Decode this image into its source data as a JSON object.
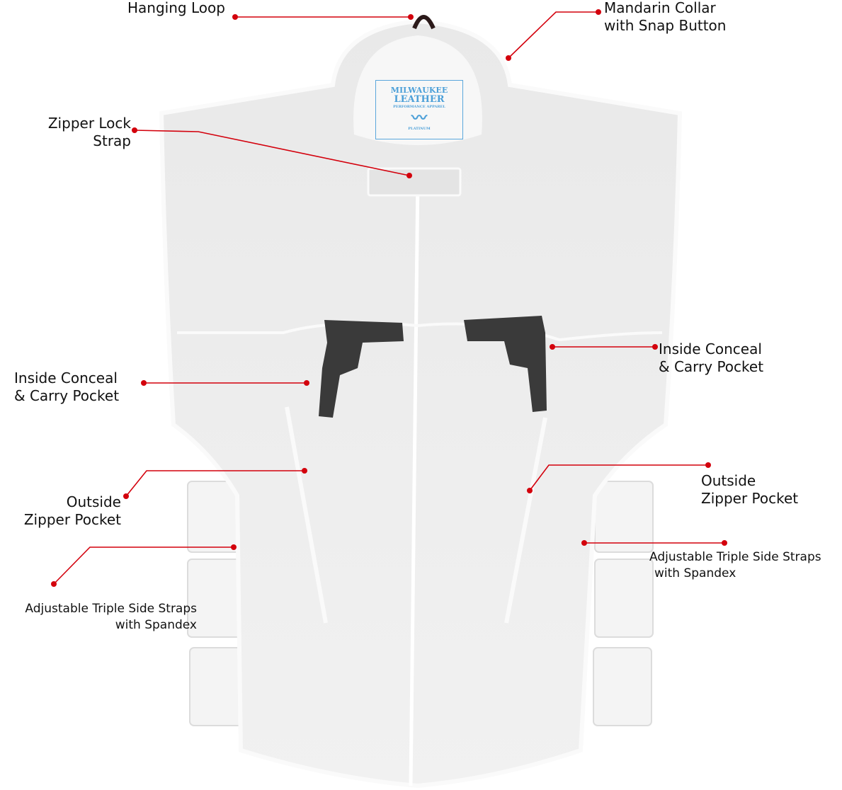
{
  "brand": {
    "line1": "MILWAUKEE",
    "line2": "LEATHER",
    "tagline": "PERFORMANCE APPAREL",
    "tier": "PLATINUM"
  },
  "colors": {
    "callout": "#d3000c",
    "vest": "#ececec",
    "vest_edge": "#ffffff",
    "gun": "#3a3a3a",
    "logo": "#4b9fd8"
  },
  "callouts": {
    "hanging_loop": "Hanging Loop",
    "collar_1": "Mandarin Collar",
    "collar_2": "with Snap Button",
    "strap_1": "Zipper Lock",
    "strap_2": "Strap",
    "conceal_left_1": "Inside Conceal",
    "conceal_left_2": "& Carry Pocket",
    "conceal_right_1": "Inside Conceal",
    "conceal_right_2": "& Carry Pocket",
    "zip_left_1": "Outside",
    "zip_left_2": "Zipper Pocket",
    "zip_right_1": "Outside",
    "zip_right_2": "Zipper Pocket",
    "side_left_1": "Adjustable Triple Side Straps",
    "side_left_2": "with Spandex",
    "side_right_1": "Adjustable Triple Side Straps",
    "side_right_2": "with Spandex"
  }
}
